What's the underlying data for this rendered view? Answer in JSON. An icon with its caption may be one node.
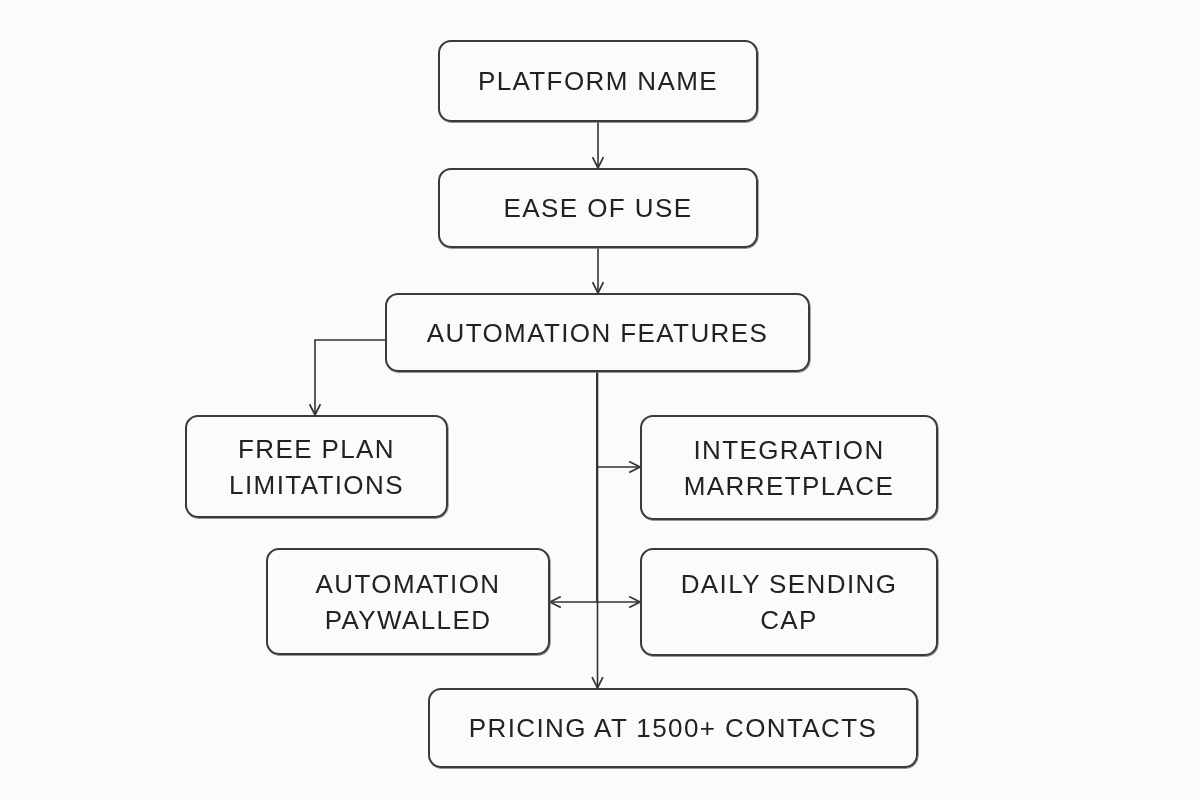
{
  "diagram": {
    "nodes": [
      {
        "text": [
          "PLATFORM NAME"
        ]
      },
      {
        "text": [
          "EASE OF USE"
        ]
      },
      {
        "text": [
          "AUTOMATION FEATURES"
        ]
      },
      {
        "text": [
          "FREE PLAN LIMITATIONS"
        ]
      },
      {
        "text": [
          "INTEGRATION MARRETPLACE"
        ]
      },
      {
        "text": [
          "AUTOMATION PAYWALLED"
        ]
      },
      {
        "text": [
          "DAILY SENDING CAP"
        ]
      },
      {
        "text": [
          "PRICING AT 1500+ CONTACTS"
        ]
      }
    ],
    "edges": [
      {
        "from": 0,
        "to": 1,
        "arrow": "to"
      },
      {
        "from": 1,
        "to": 2,
        "arrow": "to"
      },
      {
        "from": 2,
        "to": 3,
        "arrow": "to"
      },
      {
        "from": 2,
        "to": 4,
        "arrow": "to"
      },
      {
        "from": 2,
        "to": 5,
        "arrow": "to"
      },
      {
        "from": 2,
        "to": 6,
        "arrow": "to"
      },
      {
        "from": 2,
        "to": 7,
        "arrow": "to"
      }
    ]
  }
}
